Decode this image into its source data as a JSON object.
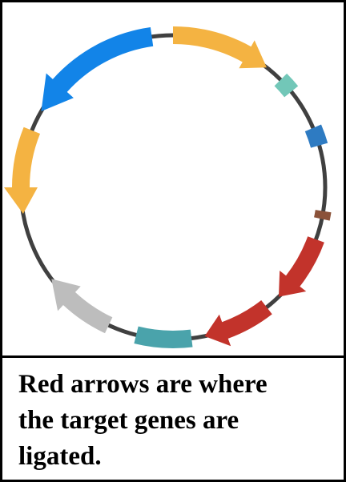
{
  "caption": {
    "line1": "Red arrows are where",
    "line2": "the target genes are",
    "line3": "ligated."
  },
  "colors": {
    "border": "#000000",
    "backbone": "#404040",
    "yellow": "#F4B342",
    "blue": "#1284E8",
    "teal_light": "#72C7B8",
    "blue_dark": "#2E7BC2",
    "brown": "#8B5239",
    "red": "#C2332B",
    "teal": "#4AA3AB",
    "gray": "#BDBDBD"
  },
  "features": [
    {
      "name": "yellow-arrow-top",
      "kind": "arrow",
      "color": "#F4B342"
    },
    {
      "name": "teal-block",
      "kind": "block",
      "color": "#72C7B8"
    },
    {
      "name": "dark-blue-block",
      "kind": "block",
      "color": "#2E7BC2"
    },
    {
      "name": "brown-block",
      "kind": "block",
      "color": "#8B5239"
    },
    {
      "name": "red-arrow-right",
      "kind": "arrow",
      "color": "#C2332B"
    },
    {
      "name": "red-arrow-bottom",
      "kind": "arrow",
      "color": "#C2332B"
    },
    {
      "name": "teal-bar-bottom",
      "kind": "block",
      "color": "#4AA3AB"
    },
    {
      "name": "gray-arrow",
      "kind": "arrow",
      "color": "#BDBDBD"
    },
    {
      "name": "yellow-arrow-left",
      "kind": "arrow",
      "color": "#F4B342"
    },
    {
      "name": "blue-arrow-top-left",
      "kind": "arrow",
      "color": "#1284E8"
    }
  ]
}
